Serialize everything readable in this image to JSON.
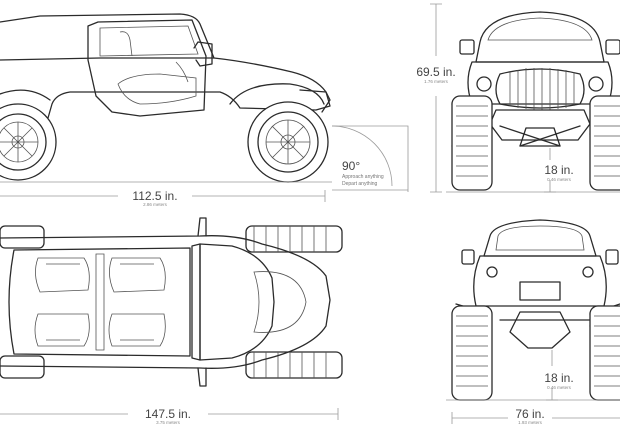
{
  "dimensions": {
    "wheelbase": {
      "value": "112.5 in.",
      "metric": "2.86 meters"
    },
    "length": {
      "value": "147.5 in.",
      "metric": "3.75 meters"
    },
    "height": {
      "value": "69.5 in.",
      "metric": "1.76 meters"
    },
    "ground_clearance_front": {
      "value": "18 in.",
      "metric": "0.46 meters"
    },
    "ground_clearance_rear": {
      "value": "18 in.",
      "metric": "0.46 meters"
    },
    "width": {
      "value": "76 in.",
      "metric": "1.93 meters"
    }
  },
  "angle": {
    "value": "90°",
    "line1": "Approach anything",
    "line2": "Depart anything"
  }
}
